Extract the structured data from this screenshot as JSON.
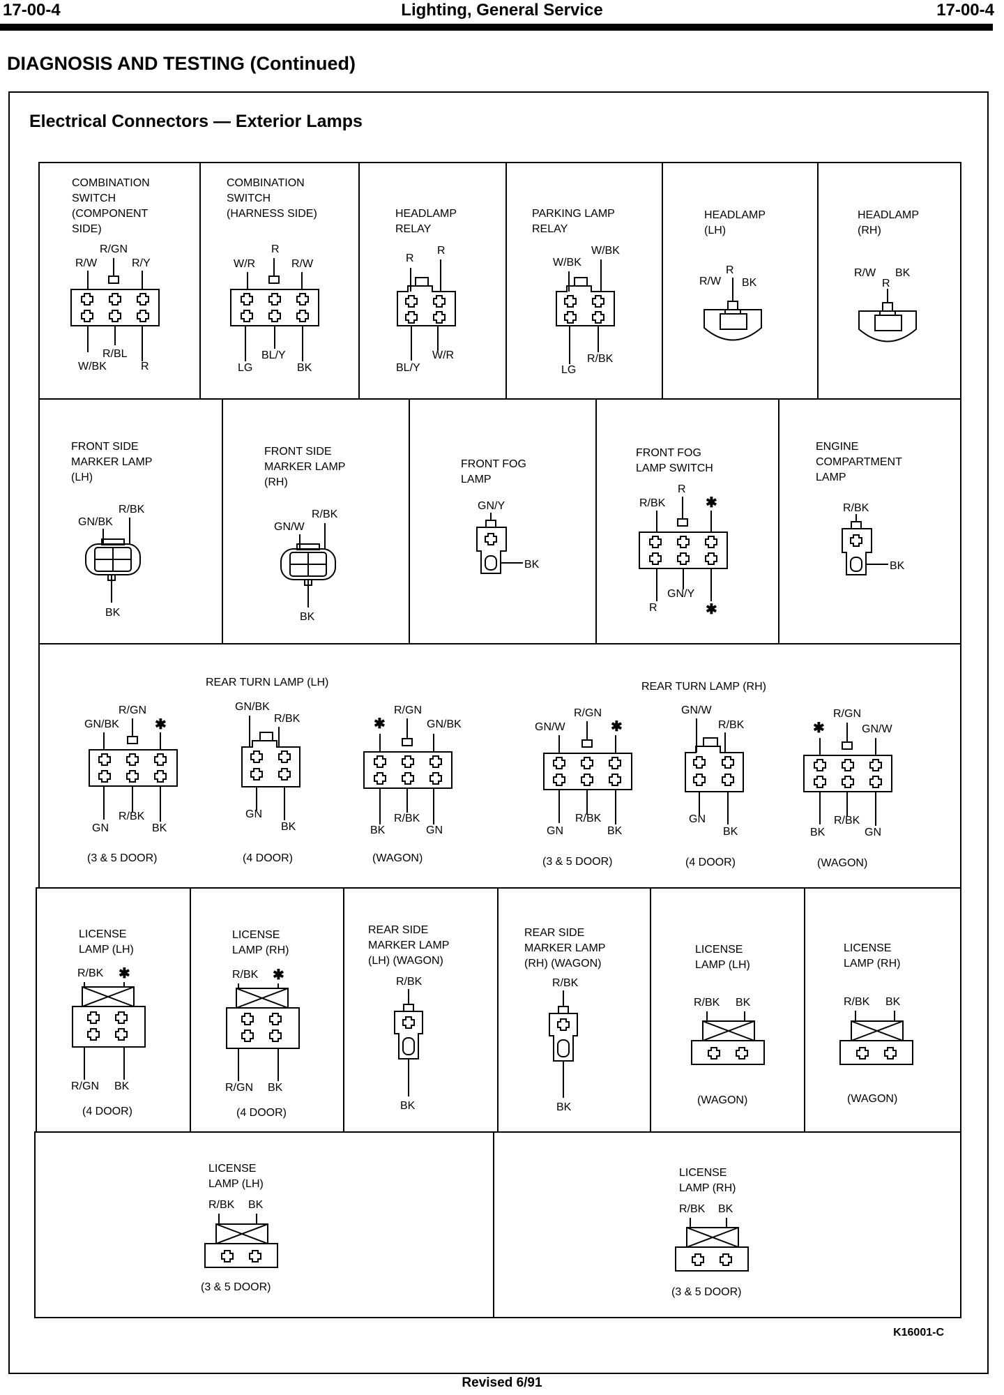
{
  "header": {
    "page_left": "17-00-4",
    "title": "Lighting, General Service",
    "page_right": "17-00-4"
  },
  "section_title": "DIAGNOSIS AND TESTING (Continued)",
  "figure_title": "Electrical Connectors — Exterior Lamps",
  "figure_id": "K16001-C",
  "footer": "Revised 6/91",
  "connectors": {
    "comb_comp": {
      "title": [
        "COMBINATION",
        "SWITCH",
        "(COMPONENT",
        "SIDE)"
      ],
      "pins": [
        "R/GN",
        "R/W",
        "R/Y",
        "R/BL",
        "W/BK",
        "R"
      ]
    },
    "comb_harn": {
      "title": [
        "COMBINATION",
        "SWITCH",
        "(HARNESS SIDE)"
      ],
      "pins": [
        "R",
        "W/R",
        "R/W",
        "BL/Y",
        "LG",
        "BK"
      ]
    },
    "hl_relay": {
      "title": [
        "HEADLAMP",
        "RELAY"
      ],
      "pins": [
        "R",
        "R",
        "W/R",
        "BL/Y"
      ]
    },
    "pk_relay": {
      "title": [
        "PARKING LAMP",
        "RELAY"
      ],
      "pins": [
        "W/BK",
        "W/BK",
        "R/BK",
        "LG"
      ]
    },
    "hl_lh": {
      "title": [
        "HEADLAMP",
        "(LH)"
      ],
      "pins": [
        "R",
        "R/W",
        "BK"
      ]
    },
    "hl_rh": {
      "title": [
        "HEADLAMP",
        "(RH)"
      ],
      "pins": [
        "R/W",
        "BK",
        "R"
      ]
    },
    "fsm_lh": {
      "title": [
        "FRONT SIDE",
        "MARKER LAMP",
        "(LH)"
      ],
      "pins": [
        "R/BK",
        "GN/BK",
        "BK"
      ]
    },
    "fsm_rh": {
      "title": [
        "FRONT SIDE",
        "MARKER LAMP",
        "(RH)"
      ],
      "pins": [
        "R/BK",
        "GN/W",
        "BK"
      ]
    },
    "ffog": {
      "title": [
        "FRONT FOG",
        "LAMP"
      ],
      "pins": [
        "GN/Y",
        "BK"
      ]
    },
    "ffog_sw": {
      "title": [
        "FRONT FOG",
        "LAMP SWITCH"
      ],
      "pins": [
        "R",
        "R/BK",
        "✱",
        "GN/Y",
        "R",
        "✱"
      ]
    },
    "engine": {
      "title": [
        "ENGINE",
        "COMPARTMENT",
        "LAMP"
      ],
      "pins": [
        "R/BK",
        "BK"
      ]
    },
    "rear_turn_lh_title": "REAR TURN LAMP (LH)",
    "rear_turn_rh_title": "REAR TURN LAMP (RH)",
    "rtl35": {
      "pins": [
        "R/GN",
        "GN/BK",
        "✱",
        "R/BK",
        "GN",
        "BK"
      ],
      "note": "(3 & 5 DOOR)"
    },
    "rtl4": {
      "pins": [
        "GN/BK",
        "R/BK",
        "GN",
        "BK"
      ],
      "note": "(4 DOOR)"
    },
    "rtlw": {
      "pins": [
        "R/GN",
        "✱",
        "GN/BK",
        "R/BK",
        "BK",
        "GN"
      ],
      "note": "(WAGON)"
    },
    "rtr35": {
      "pins": [
        "R/GN",
        "GN/W",
        "✱",
        "R/BK",
        "GN",
        "BK"
      ],
      "note": "(3 & 5 DOOR)"
    },
    "rtr4": {
      "pins": [
        "GN/W",
        "R/BK",
        "GN",
        "BK"
      ],
      "note": "(4 DOOR)"
    },
    "rtrw": {
      "pins": [
        "R/GN",
        "✱",
        "GN/W",
        "R/BK",
        "BK",
        "GN"
      ],
      "note": "(WAGON)"
    },
    "lic_lh4": {
      "title": [
        "LICENSE",
        "LAMP (LH)"
      ],
      "pins": [
        "R/BK",
        "✱",
        "R/GN",
        "BK"
      ],
      "note": "(4 DOOR)"
    },
    "lic_rh4": {
      "title": [
        "LICENSE",
        "LAMP (RH)"
      ],
      "pins": [
        "R/BK",
        "✱",
        "R/GN",
        "BK"
      ],
      "note": "(4 DOOR)"
    },
    "rsm_lh": {
      "title": [
        "REAR SIDE",
        "MARKER LAMP",
        "(LH) (WAGON)"
      ],
      "pins": [
        "R/BK",
        "BK"
      ]
    },
    "rsm_rh": {
      "title": [
        "REAR SIDE",
        "MARKER LAMP",
        "(RH) (WAGON)"
      ],
      "pins": [
        "R/BK",
        "BK"
      ]
    },
    "lic_lhw": {
      "title": [
        "LICENSE",
        "LAMP (LH)"
      ],
      "pins": [
        "R/BK",
        "BK"
      ],
      "note": "(WAGON)"
    },
    "lic_rhw": {
      "title": [
        "LICENSE",
        "LAMP (RH)"
      ],
      "pins": [
        "R/BK",
        "BK"
      ],
      "note": "(WAGON)"
    },
    "lic_lh35": {
      "title": [
        "LICENSE",
        "LAMP (LH)"
      ],
      "pins": [
        "R/BK",
        "BK"
      ],
      "note": "(3 & 5 DOOR)"
    },
    "lic_rh35": {
      "title": [
        "LICENSE",
        "LAMP (RH)"
      ],
      "pins": [
        "R/BK",
        "BK"
      ],
      "note": "(3 & 5 DOOR)"
    }
  }
}
